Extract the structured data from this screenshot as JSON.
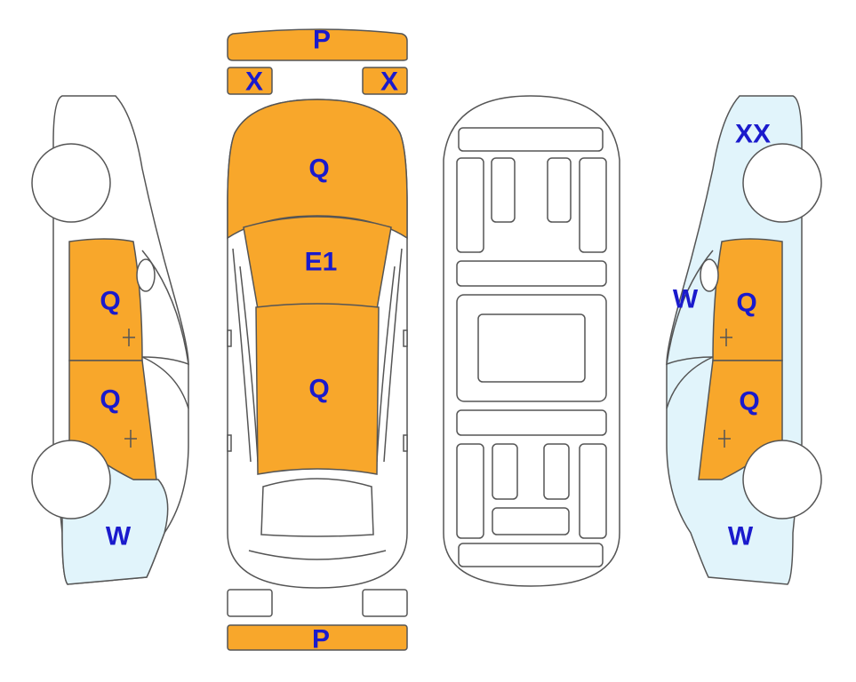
{
  "colors": {
    "damage_fill": "#f8a72b",
    "light_fill": "#e1f4fb",
    "outline": "#555555",
    "label": "#1a1acc"
  },
  "labels": {
    "top_bumper": "P",
    "top_left_light": "X",
    "top_right_light": "X",
    "hood": "Q",
    "windshield": "E1",
    "roof": "Q",
    "rear_bumper": "P",
    "left_front_door": "Q",
    "left_rear_door": "Q",
    "left_rear_fender": "W",
    "right_rear_fender_top": "XX",
    "right_front_fender": "W",
    "right_front_door": "Q",
    "right_rear_door": "Q",
    "right_rear_fender": "W"
  }
}
